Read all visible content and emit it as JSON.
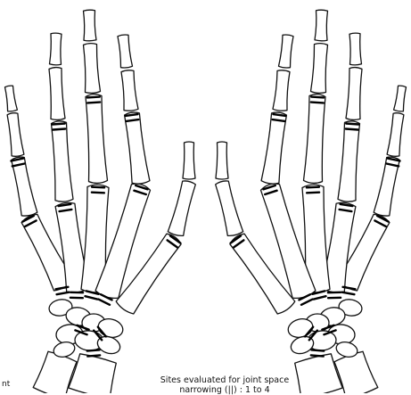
{
  "caption": {
    "line1": "Sites evaluated for joint space",
    "line2": "narrowing (||) : 1 to 4"
  },
  "edge_fragment": "nt"
}
